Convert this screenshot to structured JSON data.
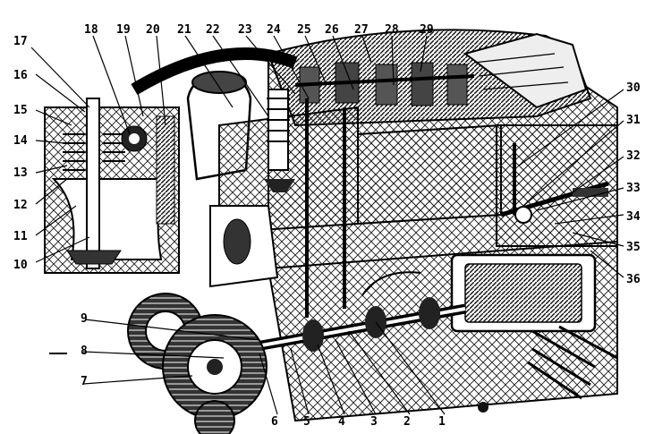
{
  "figure": {
    "ink_color": "#000000",
    "paper_color": "#ffffff"
  },
  "callouts": {
    "c1": "1",
    "c2": "2",
    "c3": "3",
    "c4": "4",
    "c5": "5",
    "c6": "6",
    "c7": "7",
    "c8": "8",
    "c9": "9",
    "c10": "10",
    "c11": "11",
    "c12": "12",
    "c13": "13",
    "c14": "14",
    "c15": "15",
    "c16": "16",
    "c17": "17",
    "c18": "18",
    "c19": "19",
    "c20": "20",
    "c21": "21",
    "c22": "22",
    "c23": "23",
    "c24": "24",
    "c25": "25",
    "c26": "26",
    "c27": "27",
    "c28": "28",
    "c29": "29",
    "c30": "30",
    "c31": "31",
    "c32": "32",
    "c33": "33",
    "c34": "34",
    "c35": "35",
    "c36": "36"
  }
}
